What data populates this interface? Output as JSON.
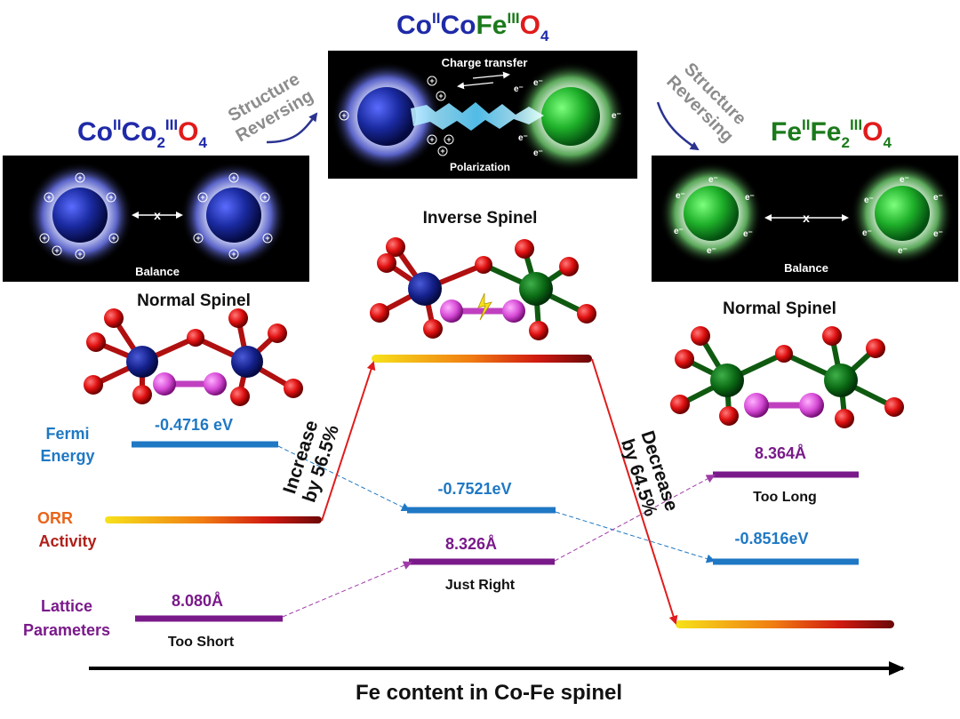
{
  "colors": {
    "cobalt": "#1f2aa8",
    "iron": "#1b7a1b",
    "oxygen": "#e11b1b",
    "fermi": "#1f78c4",
    "lattice": "#7a1a8a",
    "orr_start": "#f7e21a",
    "orr_end": "#7a0a0a",
    "arrow_red": "#e01c1c",
    "gray_text": "#8c8c8c"
  },
  "formulas": {
    "left": {
      "p1": "Co",
      "p1sup": "II",
      "p2": "Co",
      "p2sub": "2",
      "p2sup": "III",
      "p3": "O",
      "p3sub": "4"
    },
    "middle": {
      "p1": "Co",
      "p1sup": "II",
      "p2": "Co",
      "p3": "Fe",
      "p3sup": "III",
      "p4": "O",
      "p4sub": "4"
    },
    "right": {
      "p1": "Fe",
      "p1sup": "II",
      "p2": "Fe",
      "p2sub": "2",
      "p2sup": "III",
      "p3": "O",
      "p3sub": "4"
    }
  },
  "panels": {
    "left": {
      "caption": "Balance",
      "cross": "x",
      "charge": "+"
    },
    "middle": {
      "top": "Charge transfer",
      "bottom": "Polarization",
      "charge": "+",
      "electron": "e⁻"
    },
    "right": {
      "caption": "Balance",
      "cross": "x",
      "electron": "e⁻"
    }
  },
  "structure_reversing": {
    "line1": "Structure",
    "line2": "Reversing"
  },
  "spinel_labels": {
    "left": "Normal Spinel",
    "middle": "Inverse Spinel",
    "right": "Normal Spinel"
  },
  "row_labels": {
    "fermi": [
      "Fermi",
      "Energy"
    ],
    "orr": [
      "ORR",
      "Activity"
    ],
    "lattice": [
      "Lattice",
      "Parameters"
    ]
  },
  "levels": {
    "fermi": [
      "-0.4716 eV",
      "-0.7521eV",
      "-0.8516eV"
    ],
    "lattice": [
      "8.080Å",
      "8.326Å",
      "8.364Å"
    ],
    "lattice_notes": [
      "Too Short",
      "Just Right",
      "Too Long"
    ]
  },
  "annotations": {
    "increase": [
      "Increase",
      "by 56.5%"
    ],
    "decrease": [
      "Decrease",
      "by 64.5%"
    ]
  },
  "x_axis": "Fe content in Co-Fe spinel"
}
